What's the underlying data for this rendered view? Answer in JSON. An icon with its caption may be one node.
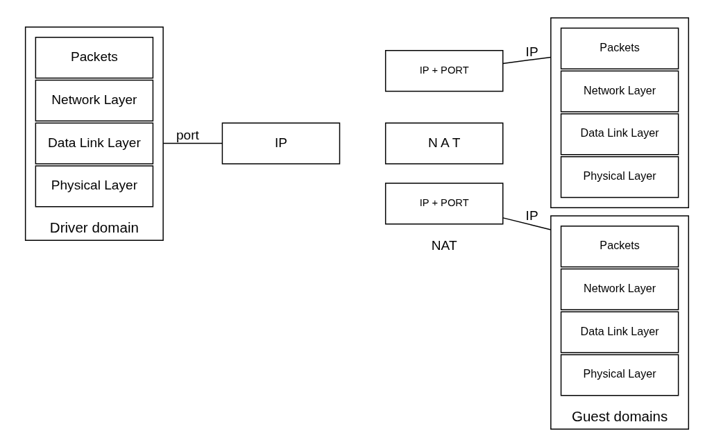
{
  "diagram": {
    "nodes": [
      {
        "text": [
          "Driver domain"
        ]
      },
      {
        "text": [
          "Packets"
        ],
        "in": 0
      },
      {
        "text": [
          "Network Layer"
        ],
        "in": 0
      },
      {
        "text": [
          "Data Link Layer"
        ],
        "in": 0
      },
      {
        "text": [
          "Physical Layer"
        ],
        "in": 0
      },
      {
        "text": [
          "IP"
        ]
      },
      {
        "text": [
          "IP + PORT"
        ]
      },
      {
        "text": [
          "N A T"
        ]
      },
      {
        "text": [
          "IP + PORT"
        ]
      },
      {
        "text": [],
        "shape": "box"
      },
      {
        "text": [
          "Packets"
        ],
        "in": 9
      },
      {
        "text": [
          "Network Layer"
        ],
        "in": 9
      },
      {
        "text": [
          "Data Link Layer"
        ],
        "in": 9
      },
      {
        "text": [
          "Physical Layer"
        ],
        "in": 9
      },
      {
        "text": [
          "Guest domains"
        ]
      },
      {
        "text": [
          "Packets"
        ],
        "in": 14
      },
      {
        "text": [
          "Network Layer"
        ],
        "in": 14
      },
      {
        "text": [
          "Data Link Layer"
        ],
        "in": 14
      },
      {
        "text": [
          "Physical Layer"
        ],
        "in": 14
      }
    ],
    "edges": [
      {
        "from": 0,
        "to": 5,
        "arrow": "none",
        "label": "port"
      },
      {
        "from": 6,
        "to": 9,
        "arrow": "none",
        "label": "IP"
      },
      {
        "from": 8,
        "to": 14,
        "arrow": "none",
        "label": "IP"
      }
    ],
    "labels": [
      "NAT"
    ]
  }
}
